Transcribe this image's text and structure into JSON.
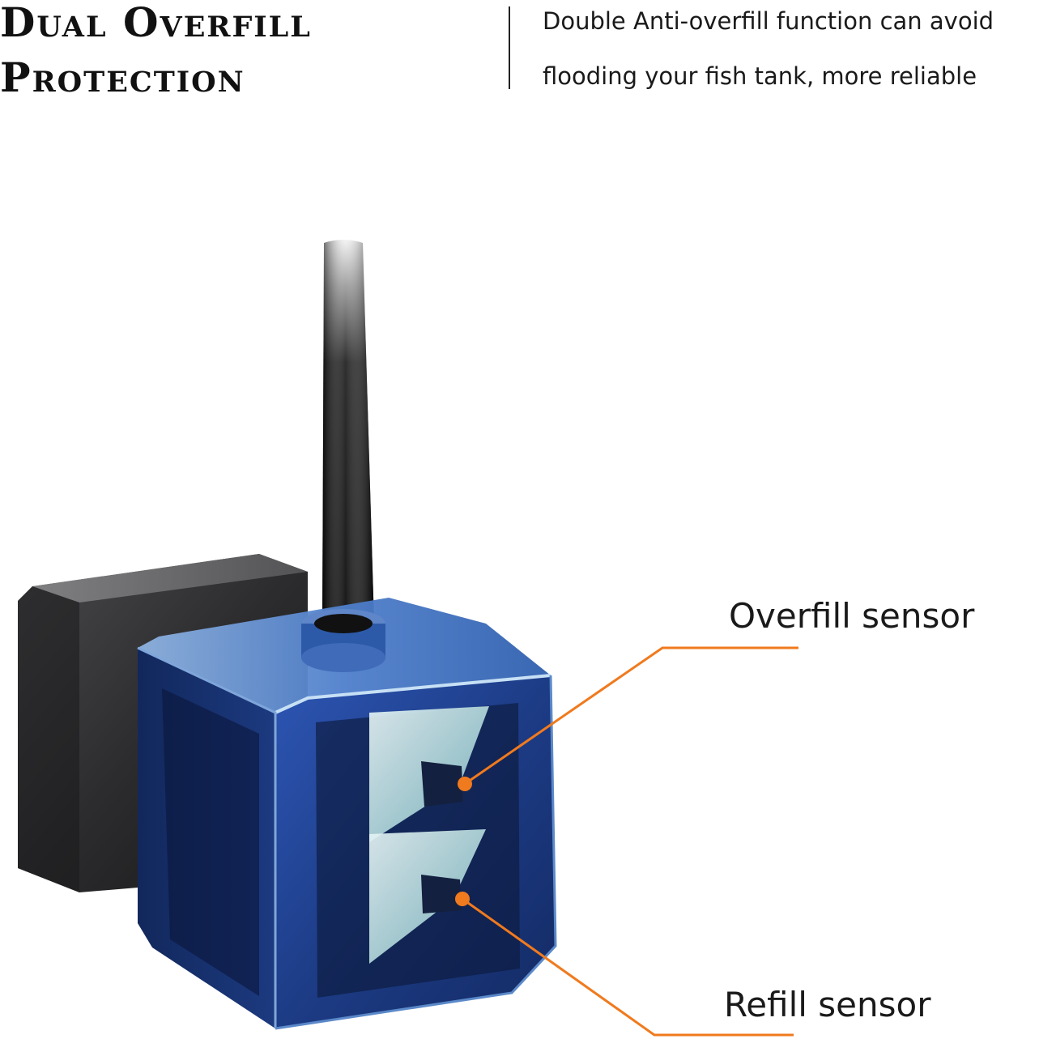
{
  "header": {
    "title_line1": "Dual Overfill",
    "title_line2": "Protection",
    "description_line1": "Double Anti-overfill function can avoid",
    "description_line2": "flooding your fish tank, more reliable"
  },
  "callouts": {
    "overfill_label": "Overfill sensor",
    "refill_label": "Refill sensor"
  },
  "colors": {
    "accent_orange": "#f07a1e",
    "housing_blue": "#1e3f8a",
    "cable_black": "#0b0b0b"
  }
}
